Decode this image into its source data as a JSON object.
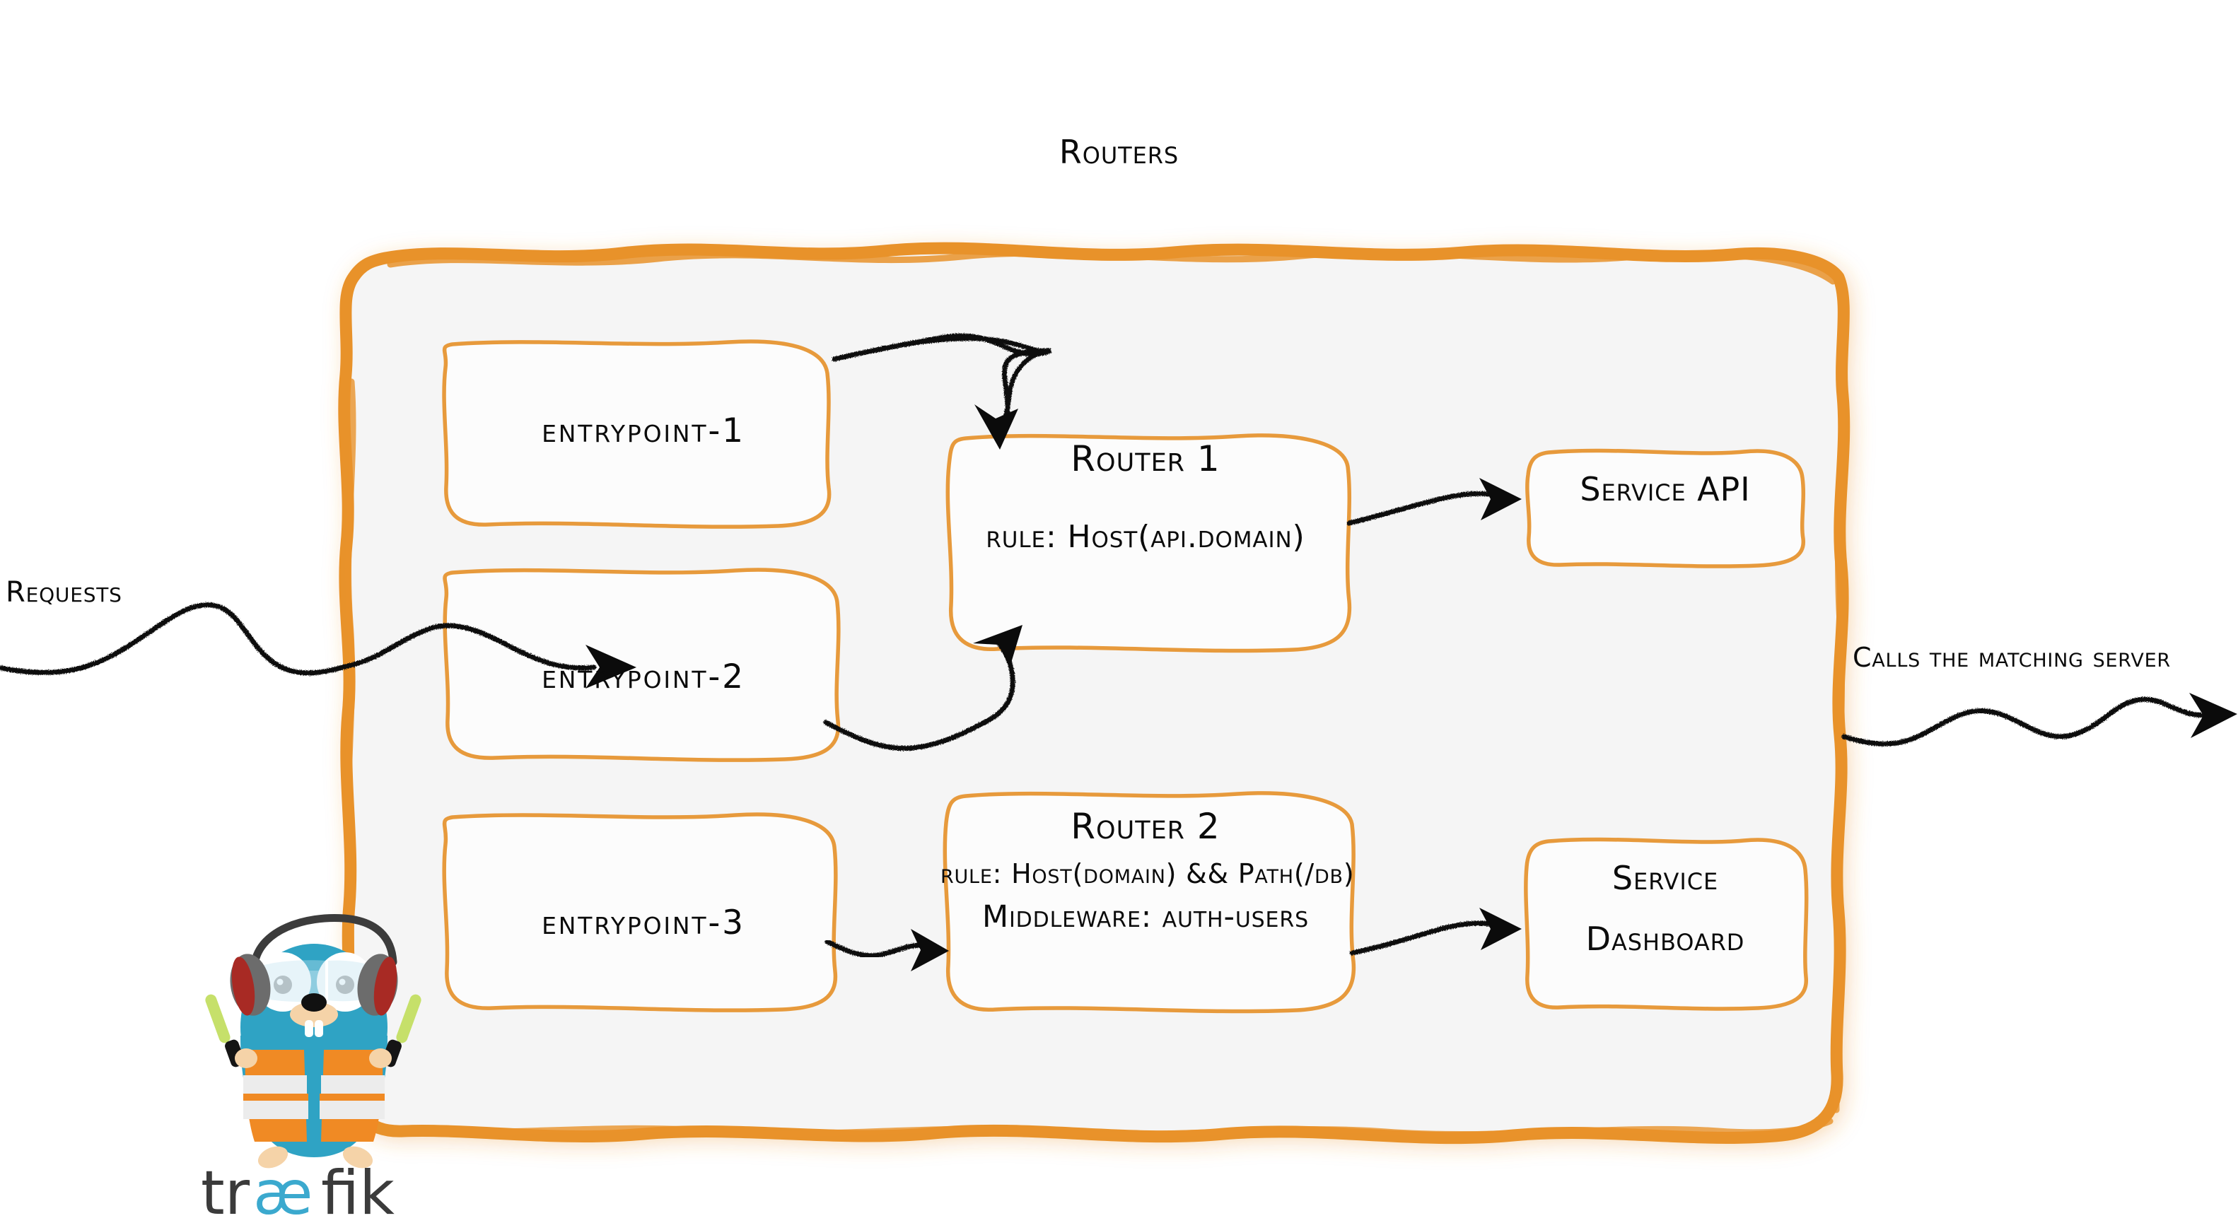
{
  "diagram": {
    "title": "Routers",
    "theme": {
      "brand_orange": "#E8922B",
      "box_orange": "#E79A3C",
      "ink_black": "#0b0b0b",
      "panel_fill": "#F5F5F5",
      "box_fill": "#FCFCFC",
      "gopher_blue": "#2FA3C4",
      "gopher_vest": "#F08A24",
      "wand_green": "#C6E06A",
      "logo_dark": "#3B3B3B",
      "logo_cyan": "#3BA9CE"
    }
  },
  "inbound": {
    "label": "Requests",
    "arrow_name": "requests-inbound-arrow"
  },
  "outbound": {
    "label": "Calls the matching server",
    "arrow_name": "calls-server-outbound-arrow"
  },
  "entrypoints": [
    {
      "id": "entrypoint-1",
      "label": "entrypoint-1"
    },
    {
      "id": "entrypoint-2",
      "label": "entrypoint-2"
    },
    {
      "id": "entrypoint-3",
      "label": "entrypoint-3"
    }
  ],
  "routers": [
    {
      "id": "router-1",
      "title": "Router 1",
      "rule": "rule: Host(api.domain)",
      "middleware": null
    },
    {
      "id": "router-2",
      "title": "Router 2",
      "rule": "rule: Host(domain) && Path(/db)",
      "middleware": "Middleware: auth-users"
    }
  ],
  "services": [
    {
      "id": "service-api",
      "line1": "Service API",
      "line2": null
    },
    {
      "id": "service-dashboard",
      "line1": "Service",
      "line2": "Dashboard"
    }
  ],
  "connections": [
    {
      "from": "entrypoint-1",
      "to": "router-1"
    },
    {
      "from": "entrypoint-2",
      "to": "router-1"
    },
    {
      "from": "entrypoint-3",
      "to": "router-2"
    },
    {
      "from": "router-1",
      "to": "service-api"
    },
    {
      "from": "router-2",
      "to": "service-dashboard"
    }
  ],
  "branding": {
    "wordmark": "træfik",
    "wordmark_part1": "tr",
    "wordmark_part2": "æ",
    "wordmark_part3": "fik",
    "mascot_name": "traefik-gopher-mascot"
  }
}
